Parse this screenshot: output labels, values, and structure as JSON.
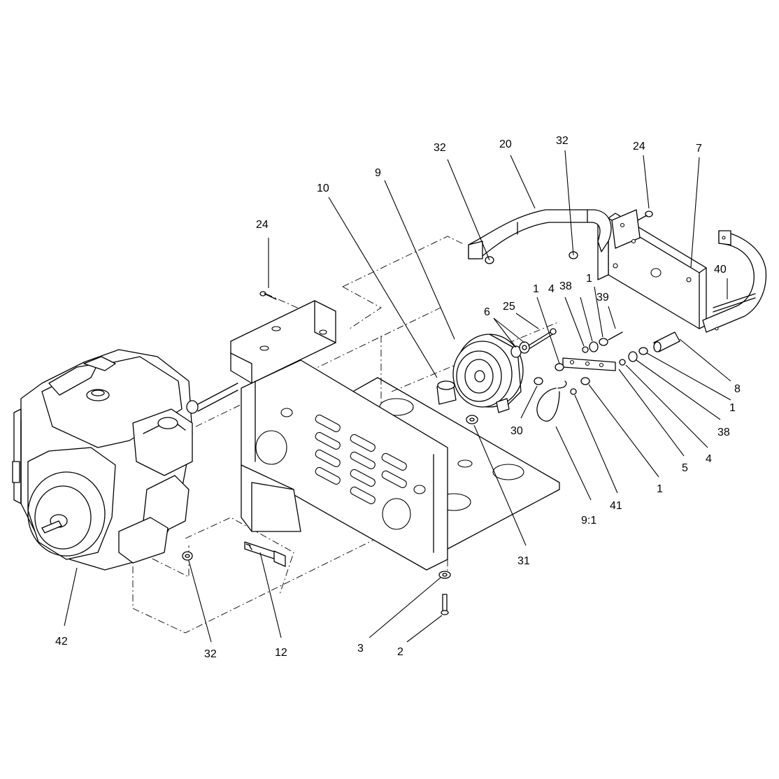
{
  "callouts": [
    {
      "id": "c-32-a",
      "label": "32"
    },
    {
      "id": "c-20",
      "label": "20"
    },
    {
      "id": "c-32-b",
      "label": "32"
    },
    {
      "id": "c-24-a",
      "label": "24"
    },
    {
      "id": "c-7",
      "label": "7"
    },
    {
      "id": "c-10",
      "label": "10"
    },
    {
      "id": "c-9",
      "label": "9"
    },
    {
      "id": "c-24-b",
      "label": "24"
    },
    {
      "id": "c-1-a",
      "label": "1"
    },
    {
      "id": "c-4-a",
      "label": "4"
    },
    {
      "id": "c-38-a",
      "label": "38"
    },
    {
      "id": "c-1-b",
      "label": "1"
    },
    {
      "id": "c-39",
      "label": "39"
    },
    {
      "id": "c-40",
      "label": "40"
    },
    {
      "id": "c-6",
      "label": "6"
    },
    {
      "id": "c-25",
      "label": "25"
    },
    {
      "id": "c-8",
      "label": "8"
    },
    {
      "id": "c-1-c",
      "label": "1"
    },
    {
      "id": "c-38-b",
      "label": "38"
    },
    {
      "id": "c-30",
      "label": "30"
    },
    {
      "id": "c-4-b",
      "label": "4"
    },
    {
      "id": "c-5",
      "label": "5"
    },
    {
      "id": "c-1-d",
      "label": "1"
    },
    {
      "id": "c-41",
      "label": "41"
    },
    {
      "id": "c-9-1",
      "label": "9:1"
    },
    {
      "id": "c-31",
      "label": "31"
    },
    {
      "id": "c-42",
      "label": "42"
    },
    {
      "id": "c-32-c",
      "label": "32"
    },
    {
      "id": "c-12",
      "label": "12"
    },
    {
      "id": "c-3",
      "label": "3"
    },
    {
      "id": "c-2",
      "label": "2"
    }
  ]
}
